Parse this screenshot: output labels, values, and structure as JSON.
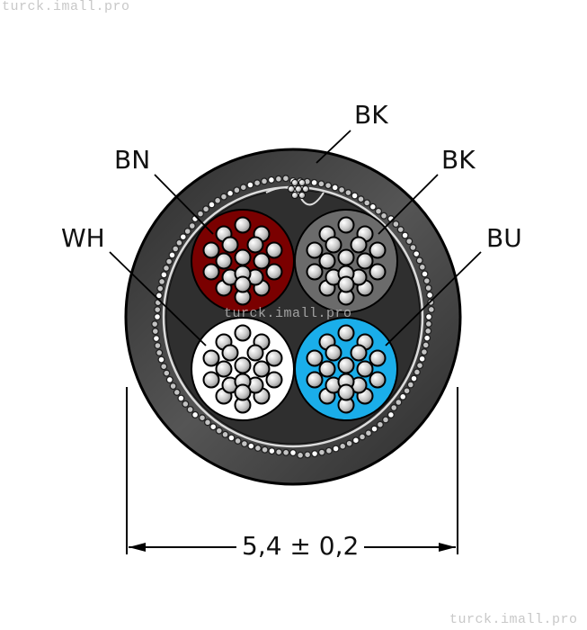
{
  "watermarks": {
    "top": "turck.imall.pro",
    "center": "turck.imall.pro",
    "bottom": "turck.imall.pro"
  },
  "labels": {
    "jacket": "BK",
    "core_top_left": "BN",
    "core_top_right": "BK",
    "core_bottom_left": "WH",
    "core_bottom_right": "BU"
  },
  "dimension": {
    "outer_diameter": "5,4 ± 0,2"
  },
  "colors": {
    "jacket": "#3c3c3c",
    "filler": "#2e2e2e",
    "core_BN": "#7a0000",
    "core_BK": "#6b6b6b",
    "core_WH": "#ffffff",
    "core_BU": "#1aaeea",
    "conductor_strand": "#d8d8d8"
  }
}
